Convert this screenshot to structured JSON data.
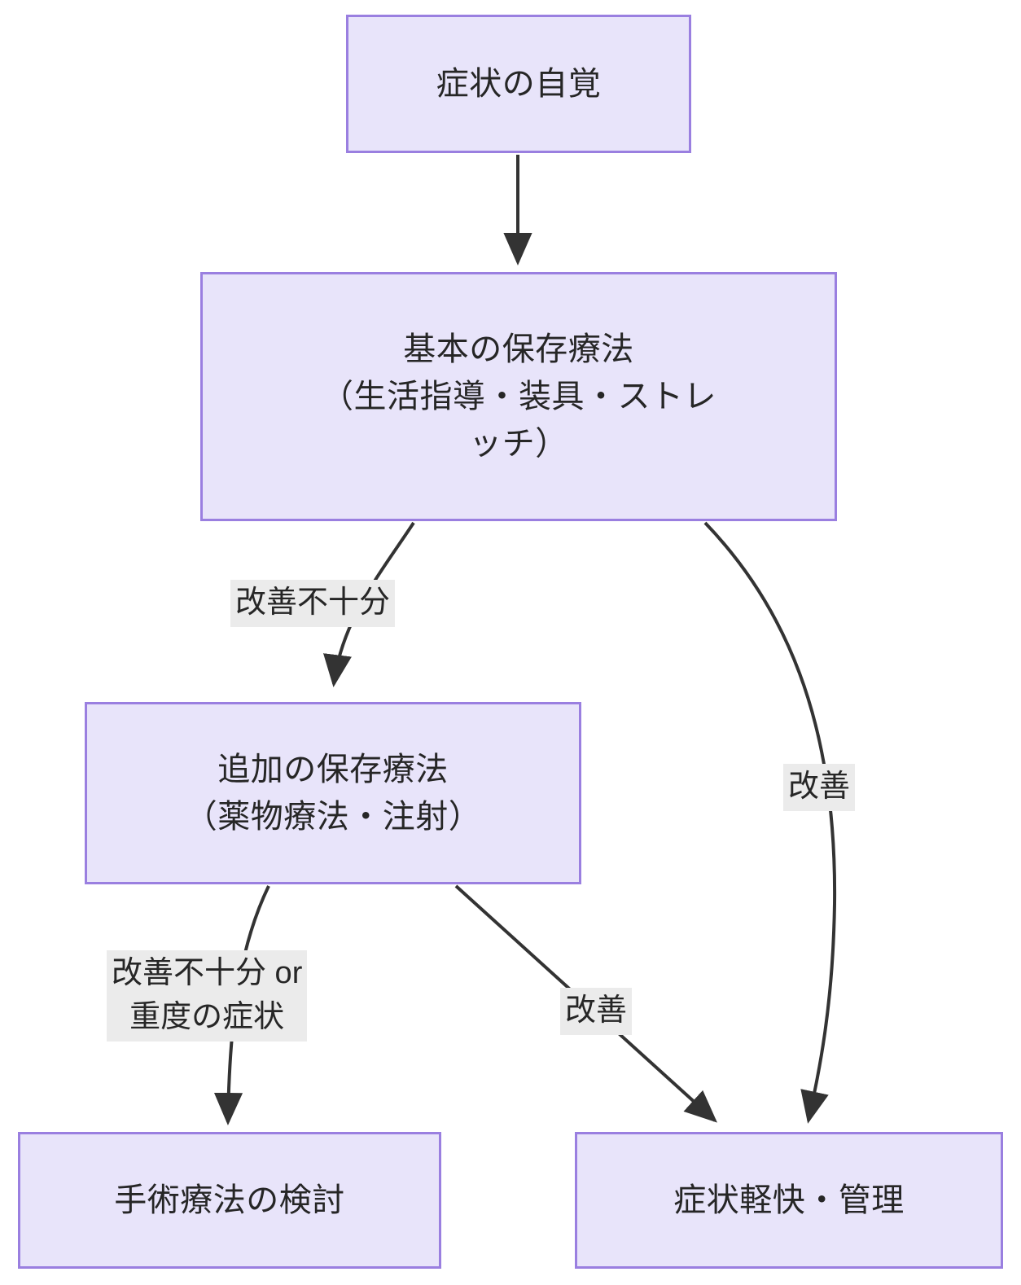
{
  "diagram": {
    "type": "flowchart",
    "direction": "top-down",
    "background": "#ffffff",
    "node_fill": "#e8e4fa",
    "node_border": "#9a7fe0",
    "edge_color": "#333333",
    "label_background": "#ebebeb",
    "text_color": "#262626",
    "nodes": [
      {
        "id": "symptom",
        "label": "症状の自覚"
      },
      {
        "id": "basic",
        "label": "基本の保存療法\n（生活指導・装具・ストレ\nッチ）"
      },
      {
        "id": "additional",
        "label": "追加の保存療法\n（薬物療法・注射）"
      },
      {
        "id": "surgery",
        "label": "手術療法の検討"
      },
      {
        "id": "relief",
        "label": "症状軽快・管理"
      }
    ],
    "edges": [
      {
        "id": "e1",
        "from": "symptom",
        "to": "basic",
        "label": ""
      },
      {
        "id": "e2",
        "from": "basic",
        "to": "additional",
        "label": "改善不十分"
      },
      {
        "id": "e3",
        "from": "basic",
        "to": "relief",
        "label": "改善"
      },
      {
        "id": "e4",
        "from": "additional",
        "to": "surgery",
        "label": "改善不十分 or\n重度の症状"
      },
      {
        "id": "e5",
        "from": "additional",
        "to": "relief",
        "label": "改善"
      }
    ]
  }
}
